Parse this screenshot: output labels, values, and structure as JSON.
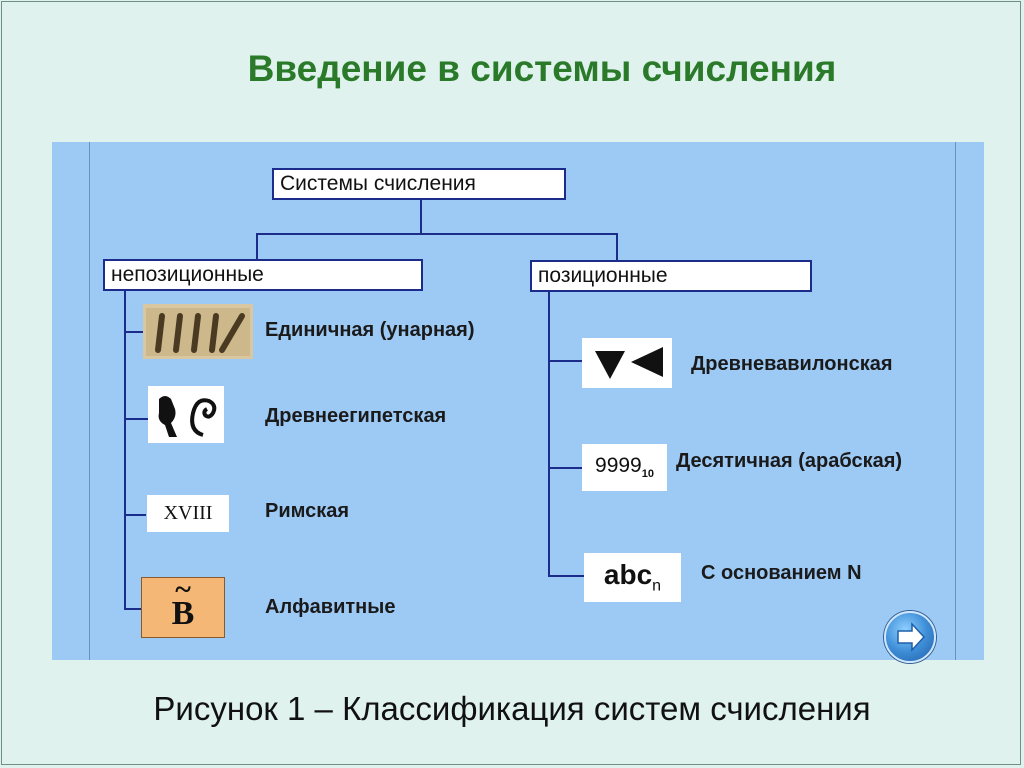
{
  "slide": {
    "title": "Введение в системы счисления",
    "caption": "Рисунок 1 – Классификация систем счисления"
  },
  "diagram": {
    "root": "Системы счисления",
    "branches": [
      {
        "label": "непозиционные",
        "items": [
          {
            "label": "Единичная (унарная)",
            "icon": "tally-marks-icon"
          },
          {
            "label": "Древнеегипетская",
            "icon": "egyptian-hieroglyph-icon"
          },
          {
            "label": "Римская",
            "icon": "roman-numeral-icon",
            "icon_text": "XVIII"
          },
          {
            "label": "Алфавитные",
            "icon": "alphabetic-numeral-icon",
            "icon_text": "В",
            "icon_mark": "~"
          }
        ]
      },
      {
        "label": "позиционные",
        "items": [
          {
            "label": "Древневавилонская",
            "icon": "babylonian-cuneiform-icon"
          },
          {
            "label": "Десятичная (арабская)",
            "icon": "decimal-number-icon",
            "icon_text": "9999",
            "icon_sub": "10"
          },
          {
            "label": "С основанием N",
            "icon": "base-n-icon",
            "icon_text": "abc",
            "icon_sub": "n"
          }
        ]
      }
    ]
  },
  "nav": {
    "next_icon": "arrow-right-icon"
  },
  "colors": {
    "title": "#2a7a2a",
    "panel": "#9dc9f5",
    "box_border": "#1c2c8a",
    "background": "#dff2ee"
  }
}
